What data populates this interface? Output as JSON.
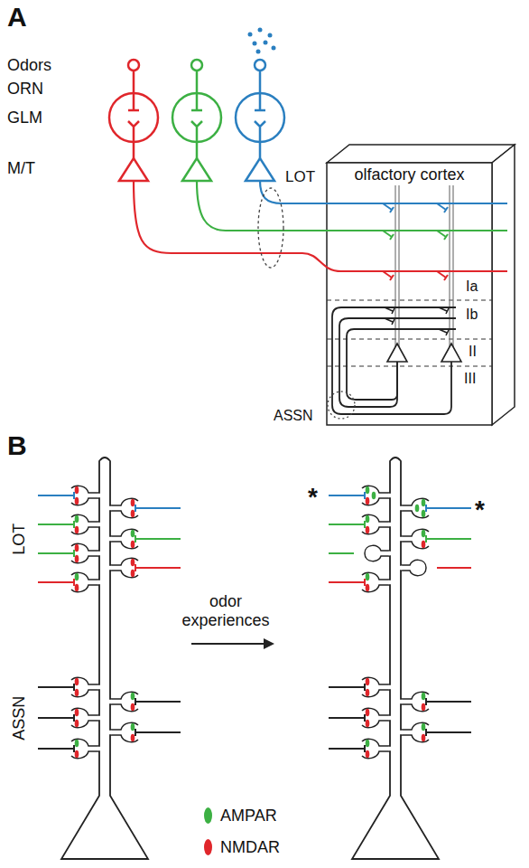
{
  "diagram": {
    "nodes": [
      {
        "text": [
          "olfactory cortex"
        ]
      }
    ],
    "labels": [
      "A",
      "Odors",
      "ORN",
      "GLM",
      "M/T",
      "LOT",
      "Ia",
      "Ib",
      "II",
      "III",
      "ASSN",
      "B",
      "*",
      "*",
      "LOT",
      "ASSN",
      "odor experiences"
    ],
    "legend": [
      {
        "text": "AMPAR",
        "color": "#3cb043"
      },
      {
        "text": "NMDAR",
        "color": "#e0262b"
      }
    ]
  }
}
